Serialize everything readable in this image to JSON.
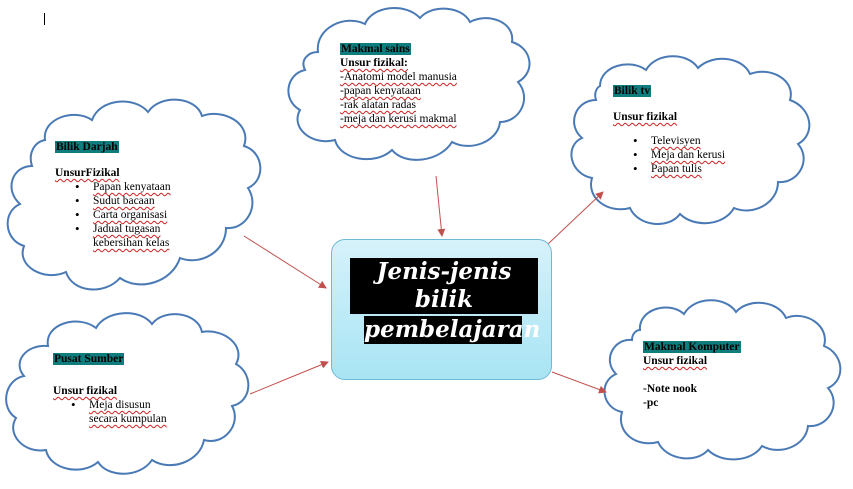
{
  "center": {
    "line1": "Jenis-jenis bilik",
    "line2": "pembelajaran"
  },
  "nodes": {
    "makmal_sains": {
      "heading": "Makmal sains",
      "subheading": "Unsur fizikal:",
      "items": [
        "-Anatomi model manusia",
        "-papan kenyataan",
        "-rak alatan radas",
        "-meja dan kerusi makmal"
      ]
    },
    "bilik_darjah": {
      "heading": "Bilik Darjah",
      "subheading": "UnsurFizikal",
      "items": [
        "Papan kenyataan",
        "Sudut bacaan",
        "Carta organisasi",
        "Jadual tugasan",
        "kebersihan kelas"
      ]
    },
    "bilik_tv": {
      "heading": "Bilik tv",
      "subheading": "Unsur fizikal",
      "items": [
        "Televisyen",
        "Meja dan kerusi",
        "Papan tulis"
      ]
    },
    "pusat_sumber": {
      "heading": "Pusat Sumber",
      "subheading": "Unsur fizikal",
      "items": [
        "Meja disusun",
        "secara kumpulan"
      ]
    },
    "makmal_komputer": {
      "heading": "Makmal Komputer",
      "subheading": "Unsur fizikal",
      "items": [
        "-Note nook",
        "-pc"
      ]
    }
  },
  "colors": {
    "cloud_stroke": "#4a7ab5",
    "heading_highlight": "#0f7d7d",
    "arrow": "#c0504d",
    "center_fill": "#bfeaf8"
  }
}
